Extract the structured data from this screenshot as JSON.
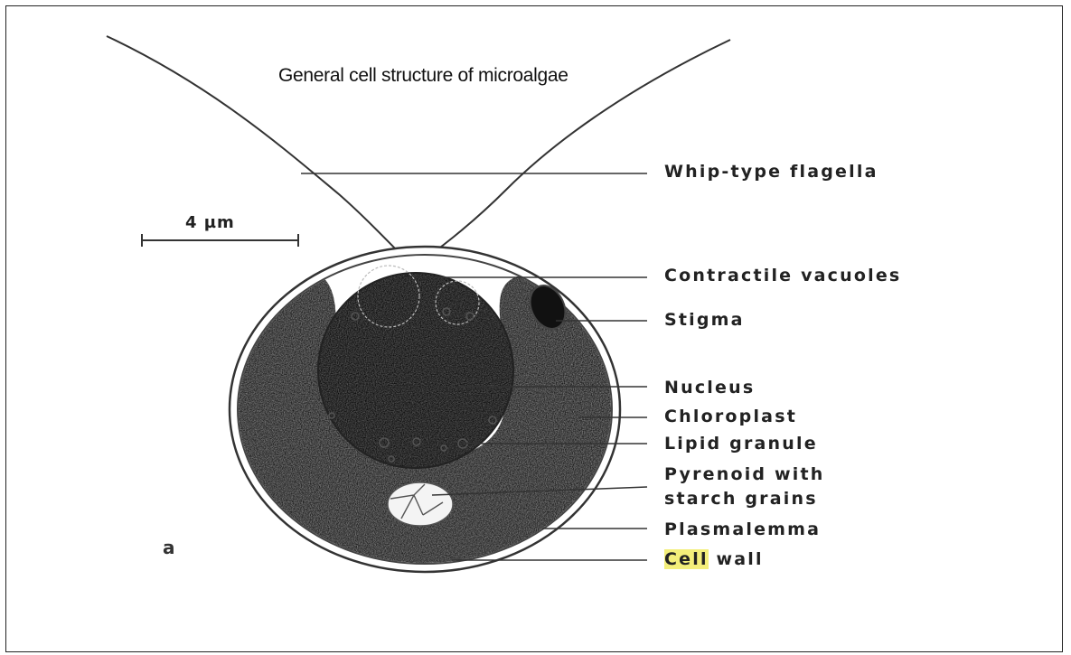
{
  "title": "General cell structure of microalgae",
  "scale_bar": "4 µm",
  "panel_letter": "a",
  "labels": {
    "flagella": "Whip-type flagella",
    "vacuoles": "Contractile vacuoles",
    "stigma": "Stigma",
    "nucleus": "Nucleus",
    "chloroplast": "Chloroplast",
    "lipid": "Lipid granule",
    "pyrenoid_1": "Pyrenoid with",
    "pyrenoid_2": "starch grains",
    "plasmalemma": "Plasmalemma",
    "cell_wall_1": "Cell",
    "cell_wall_2": " wall"
  },
  "colors": {
    "line": "#222222",
    "chloroplast": "#6a6a6a",
    "highlight": "#f3ee7a"
  }
}
